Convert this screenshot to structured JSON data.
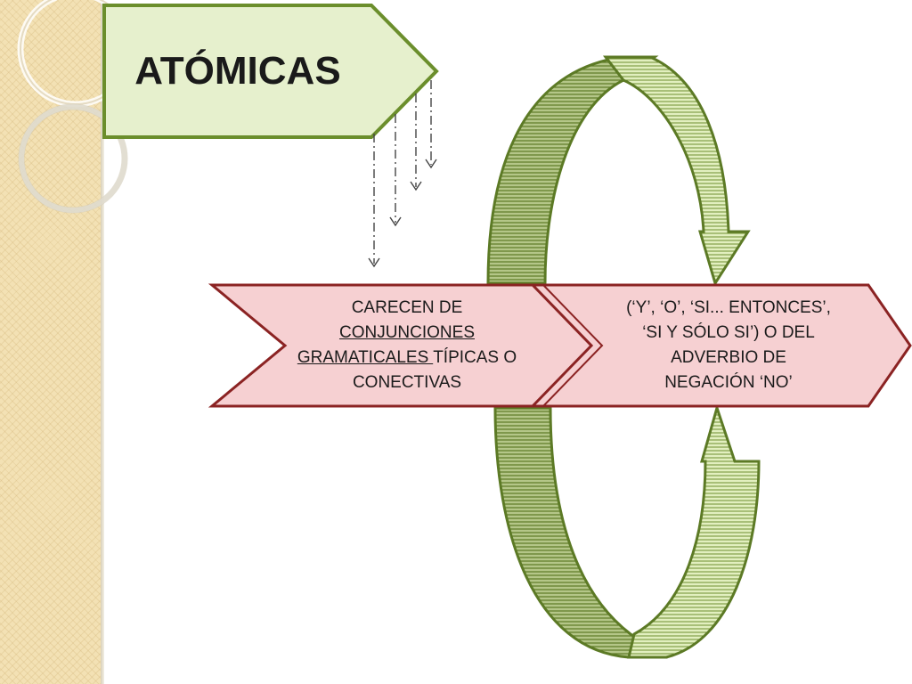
{
  "title": "ATÓMICAS",
  "box_left": {
    "line1": "CARECEN DE",
    "line2_underlined": "CONJUNCIONES",
    "line3_underlined": "GRAMATICALES ",
    "line3_rest": "TÍPICAS O",
    "line4": "CONECTIVAS"
  },
  "box_right": {
    "line1": "(‘Y’, ‘O’, ‘SI... ENTONCES’,",
    "line2": "‘SI Y SÓLO SI’) O DEL",
    "line3": "ADVERBIO DE",
    "line4": "NEGACIÓN ‘NO’"
  },
  "colors": {
    "title_fill": "#e6f0cd",
    "title_stroke": "#6b8e2c",
    "arc_light": "#e2efbf",
    "arc_dark": "#a9bd79",
    "arc_stroke": "#5c7a25",
    "hatch": "#5c7a25",
    "box_fill": "#f6d0d2",
    "box_stroke": "#8b2323"
  },
  "icons": {
    "connector_arrow": "dashdot-arrow-down-icon"
  }
}
